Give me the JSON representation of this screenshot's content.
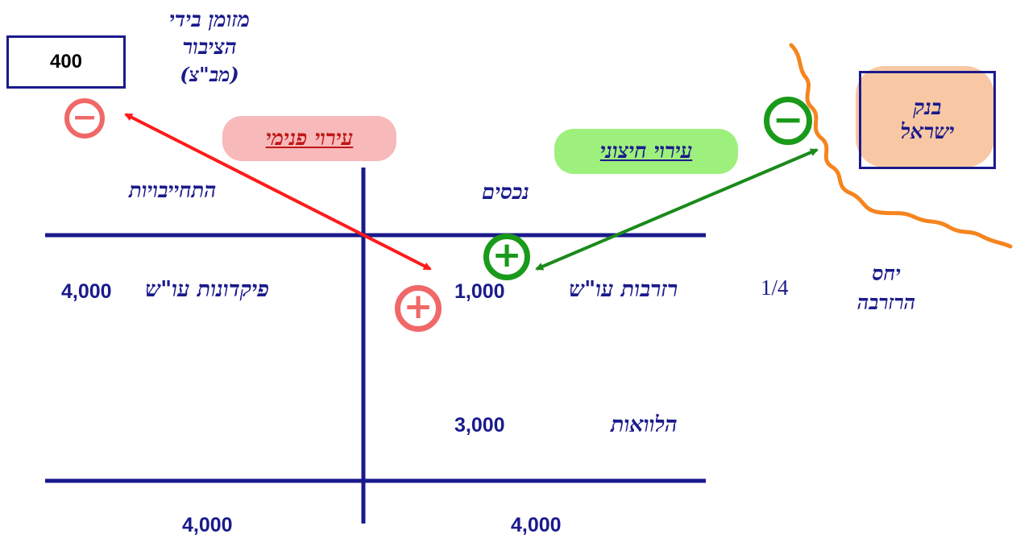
{
  "public_holdings": {
    "value": "400",
    "label_line1": "מזומן בידי",
    "label_line2": "הציבור",
    "label_line3": "(מב\"צ)"
  },
  "internal_change_label": "עירוי פנימי",
  "external_change_label": "עירוי חיצוני",
  "bank": {
    "line1": "בנק",
    "line2": "ישראל"
  },
  "balance_sheet": {
    "liabilities_header": "התחייבויות",
    "assets_header": "נכסים",
    "deposits_label": "פיקדונות עו\"ש",
    "deposits_value": "4,000",
    "reserves_label": "רזרבות עו\"ש",
    "reserves_value": "1,000",
    "loans_label": "הלוואות",
    "loans_value": "3,000",
    "total_liabilities": "4,000",
    "total_assets": "4,000"
  },
  "reserve_ratio": {
    "value": "1/4",
    "label_line1": "יחס",
    "label_line2": "הרזרבה"
  },
  "signs": {
    "minus": "−",
    "plus": "+"
  },
  "colors": {
    "navy": "#1a1a8c",
    "red": "#ff1a1a",
    "pink": "#f07070",
    "green": "#1a9a1a",
    "orange": "#f5851f",
    "pill_pink": "#f7b9b9",
    "pill_green": "#9ef07c",
    "bank_fill": "#f8c8a4"
  }
}
